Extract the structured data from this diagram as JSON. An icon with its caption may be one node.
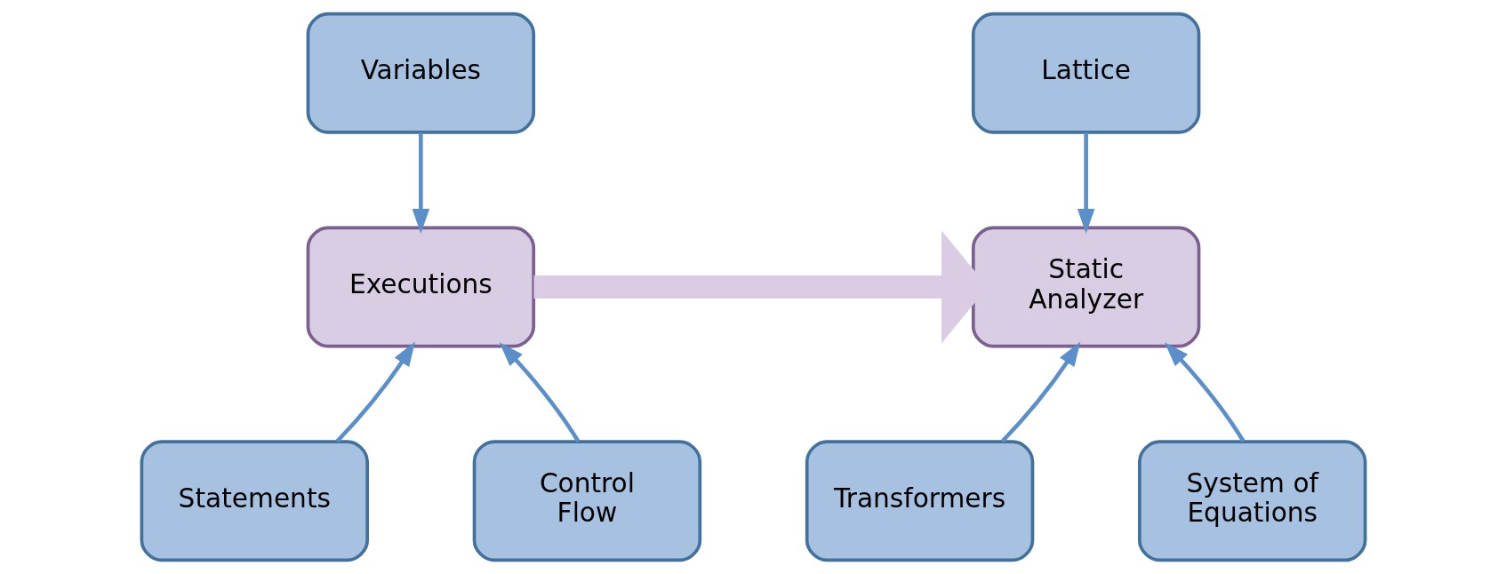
{
  "diagram": {
    "nodes": [
      {
        "text": [
          "Variables"
        ]
      },
      {
        "text": [
          "Executions"
        ]
      },
      {
        "text": [
          "Statements"
        ]
      },
      {
        "text": [
          "Control Flow"
        ]
      },
      {
        "text": [
          "Lattice"
        ]
      },
      {
        "text": [
          "Static Analyzer"
        ]
      },
      {
        "text": [
          "Transformers"
        ]
      },
      {
        "text": [
          "System of Equations"
        ]
      }
    ],
    "edges": [
      {
        "from": 0,
        "to": 1,
        "arrow": "to"
      },
      {
        "from": 2,
        "to": 1,
        "arrow": "to"
      },
      {
        "from": 3,
        "to": 1,
        "arrow": "to"
      },
      {
        "from": 1,
        "to": 5,
        "arrow": "to",
        "style": "thick",
        "color": "#d9cce3"
      },
      {
        "from": 4,
        "to": 5,
        "arrow": "to"
      },
      {
        "from": 6,
        "to": 5,
        "arrow": "to"
      },
      {
        "from": 7,
        "to": 5,
        "arrow": "to"
      }
    ]
  }
}
